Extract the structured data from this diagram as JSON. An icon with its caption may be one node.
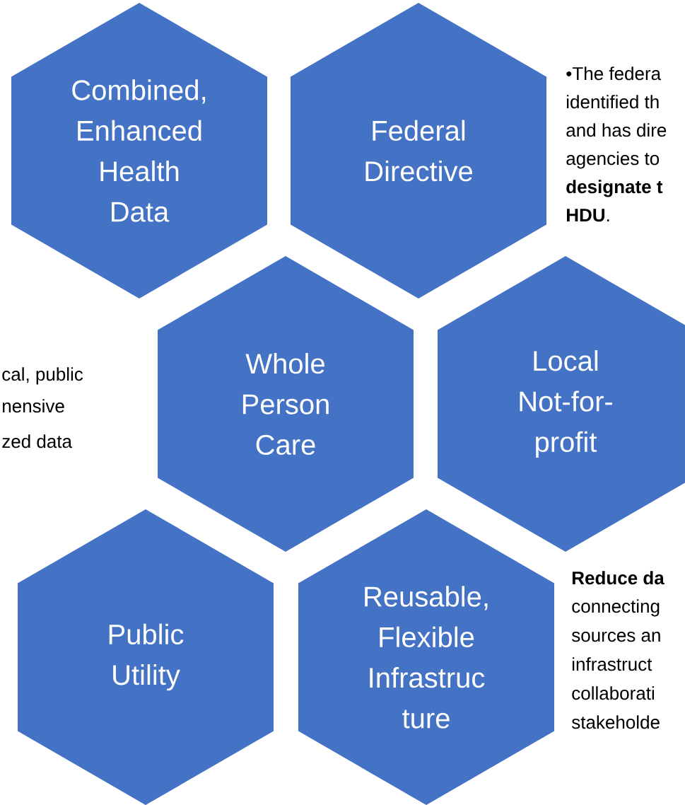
{
  "diagram": {
    "nodes": [
      {
        "text": [
          "Combined, Enhanced Health Data"
        ]
      },
      {
        "text": [
          "Federal Directive"
        ]
      },
      {
        "text": [
          "Whole Person Care"
        ]
      },
      {
        "text": [
          "Local Not-for- profit"
        ]
      },
      {
        "text": [
          "Public Utility"
        ]
      },
      {
        "text": [
          "Reusable, Flexible Infrastruc ture"
        ]
      }
    ],
    "labels": [
      "•The federa",
      "identified th",
      "and has dire",
      "agencies to",
      "**designate t**",
      "**HDU**.",
      "cal, public",
      "nensive",
      "zed data",
      "**Reduce da**",
      "connecting",
      "sources an",
      "infrastruct",
      "collaborati",
      "stakeholde"
    ]
  }
}
